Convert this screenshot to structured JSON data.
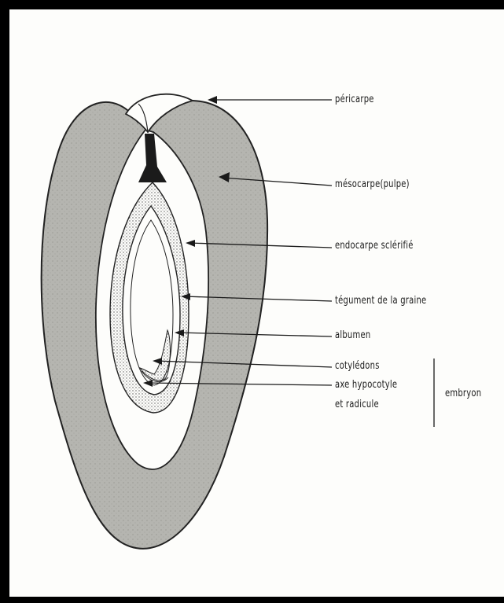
{
  "labels": {
    "pericarpe": "péricarpe",
    "mesocarpe": "mésocarpe(pulpe)",
    "endocarpe": "endocarpe sclérifié",
    "tegument": "tégument de la graine",
    "albumen": "albumen",
    "cotyledons": "cotylédons",
    "axe": "axe hypocotyle",
    "radicule": "et radicule",
    "embryon": "embryon"
  },
  "colors": {
    "frame": "#000000",
    "mesocarp": "#b5b5b0",
    "endocarp_fill": "#e2e2dc",
    "ink": "#1a1a1a"
  }
}
